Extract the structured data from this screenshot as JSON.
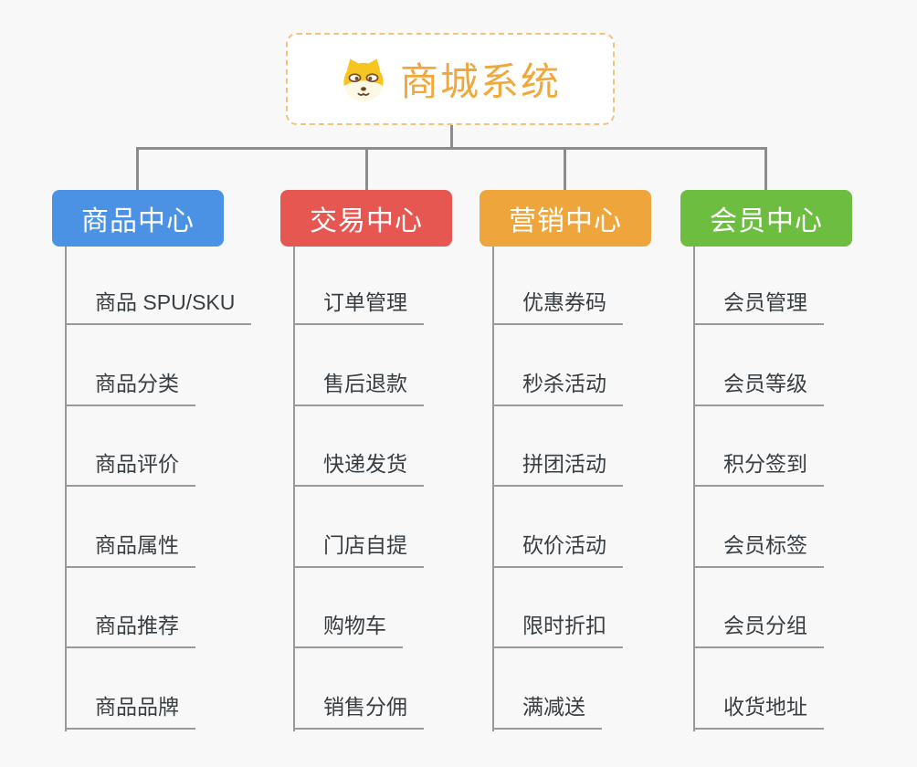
{
  "root": {
    "title": "商城系统",
    "icon": "shiba-dog-icon"
  },
  "colors": {
    "root_accent": "#f0a83c",
    "root_border": "#f2c37b",
    "connector_gray": "#8c8c8c",
    "child_line_gray": "#999999",
    "child_text": "#383e42"
  },
  "tree": {
    "branches": [
      {
        "label": "商品中心",
        "color": "#4b92e5",
        "items": [
          "商品 SPU/SKU",
          "商品分类",
          "商品评价",
          "商品属性",
          "商品推荐",
          "商品品牌"
        ]
      },
      {
        "label": "交易中心",
        "color": "#e65752",
        "items": [
          "订单管理",
          "售后退款",
          "快递发货",
          "门店自提",
          "购物车",
          "销售分佣"
        ]
      },
      {
        "label": "营销中心",
        "color": "#eea63c",
        "items": [
          "优惠券码",
          "秒杀活动",
          "拼团活动",
          "砍价活动",
          "限时折扣",
          "满减送"
        ]
      },
      {
        "label": "会员中心",
        "color": "#6dbe40",
        "items": [
          "会员管理",
          "会员等级",
          "积分签到",
          "会员标签",
          "会员分组",
          "收货地址"
        ]
      }
    ]
  }
}
